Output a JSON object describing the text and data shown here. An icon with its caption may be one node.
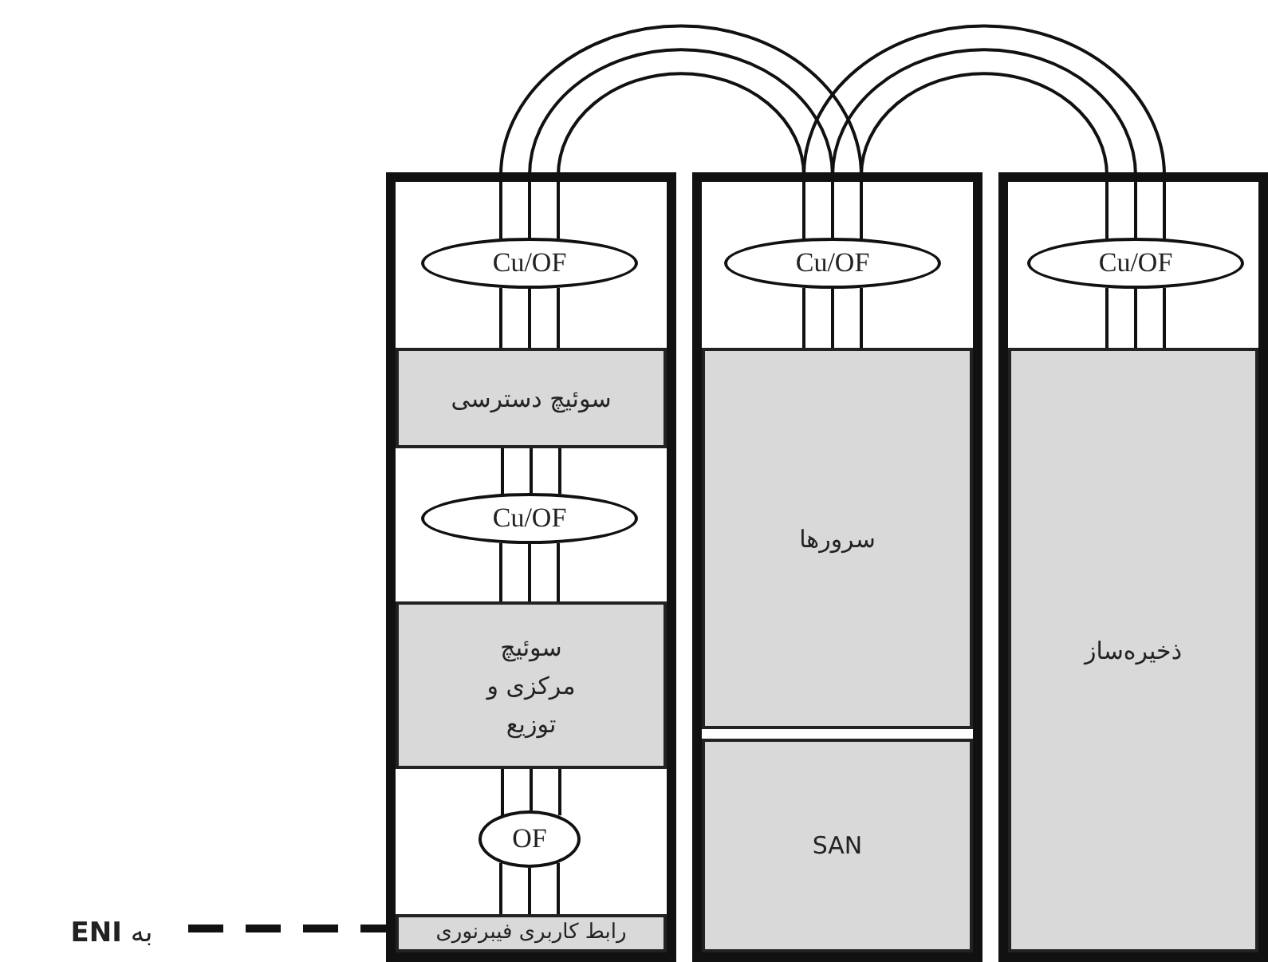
{
  "diagram": {
    "nodes": [
      {
        "text": [],
        "shape": "box"
      },
      {
        "text": [
          "Cu/OF"
        ],
        "in": 0
      },
      {
        "text": [
          "سوئیچ دسترسی"
        ],
        "in": 0
      },
      {
        "text": [
          "Cu/OF"
        ],
        "in": 0
      },
      {
        "text": [
          "سوئیچ مرکزی و توزیع"
        ],
        "in": 0
      },
      {
        "text": [
          "OF"
        ],
        "in": 0
      },
      {
        "text": [
          "رابط کاربری فیبرنوری"
        ],
        "in": 0
      },
      {
        "text": [],
        "shape": "box"
      },
      {
        "text": [
          "Cu/OF"
        ],
        "in": 7
      },
      {
        "text": [
          "سرورها"
        ],
        "in": 7
      },
      {
        "text": [
          "SAN"
        ],
        "in": 7
      },
      {
        "text": [],
        "shape": "box"
      },
      {
        "text": [
          "Cu/OF"
        ],
        "in": 11
      },
      {
        "text": [
          "ذخیره‌ساز"
        ],
        "in": 11
      },
      {
        "text": [
          "به **ENI**"
        ]
      }
    ],
    "edges": [
      {
        "from": 1,
        "to": 8,
        "arrow": "none"
      },
      {
        "from": 8,
        "to": 12,
        "arrow": "none"
      },
      {
        "from": 1,
        "to": 2,
        "arrow": "none"
      },
      {
        "from": 2,
        "to": 3,
        "arrow": "none"
      },
      {
        "from": 3,
        "to": 4,
        "arrow": "none"
      },
      {
        "from": 4,
        "to": 5,
        "arrow": "none"
      },
      {
        "from": 5,
        "to": 6,
        "arrow": "none"
      },
      {
        "from": 8,
        "to": 9,
        "arrow": "none"
      },
      {
        "from": 12,
        "to": 13,
        "arrow": "none"
      },
      {
        "from": 14,
        "to": 6,
        "arrow": "none",
        "style": "dashed"
      }
    ]
  }
}
